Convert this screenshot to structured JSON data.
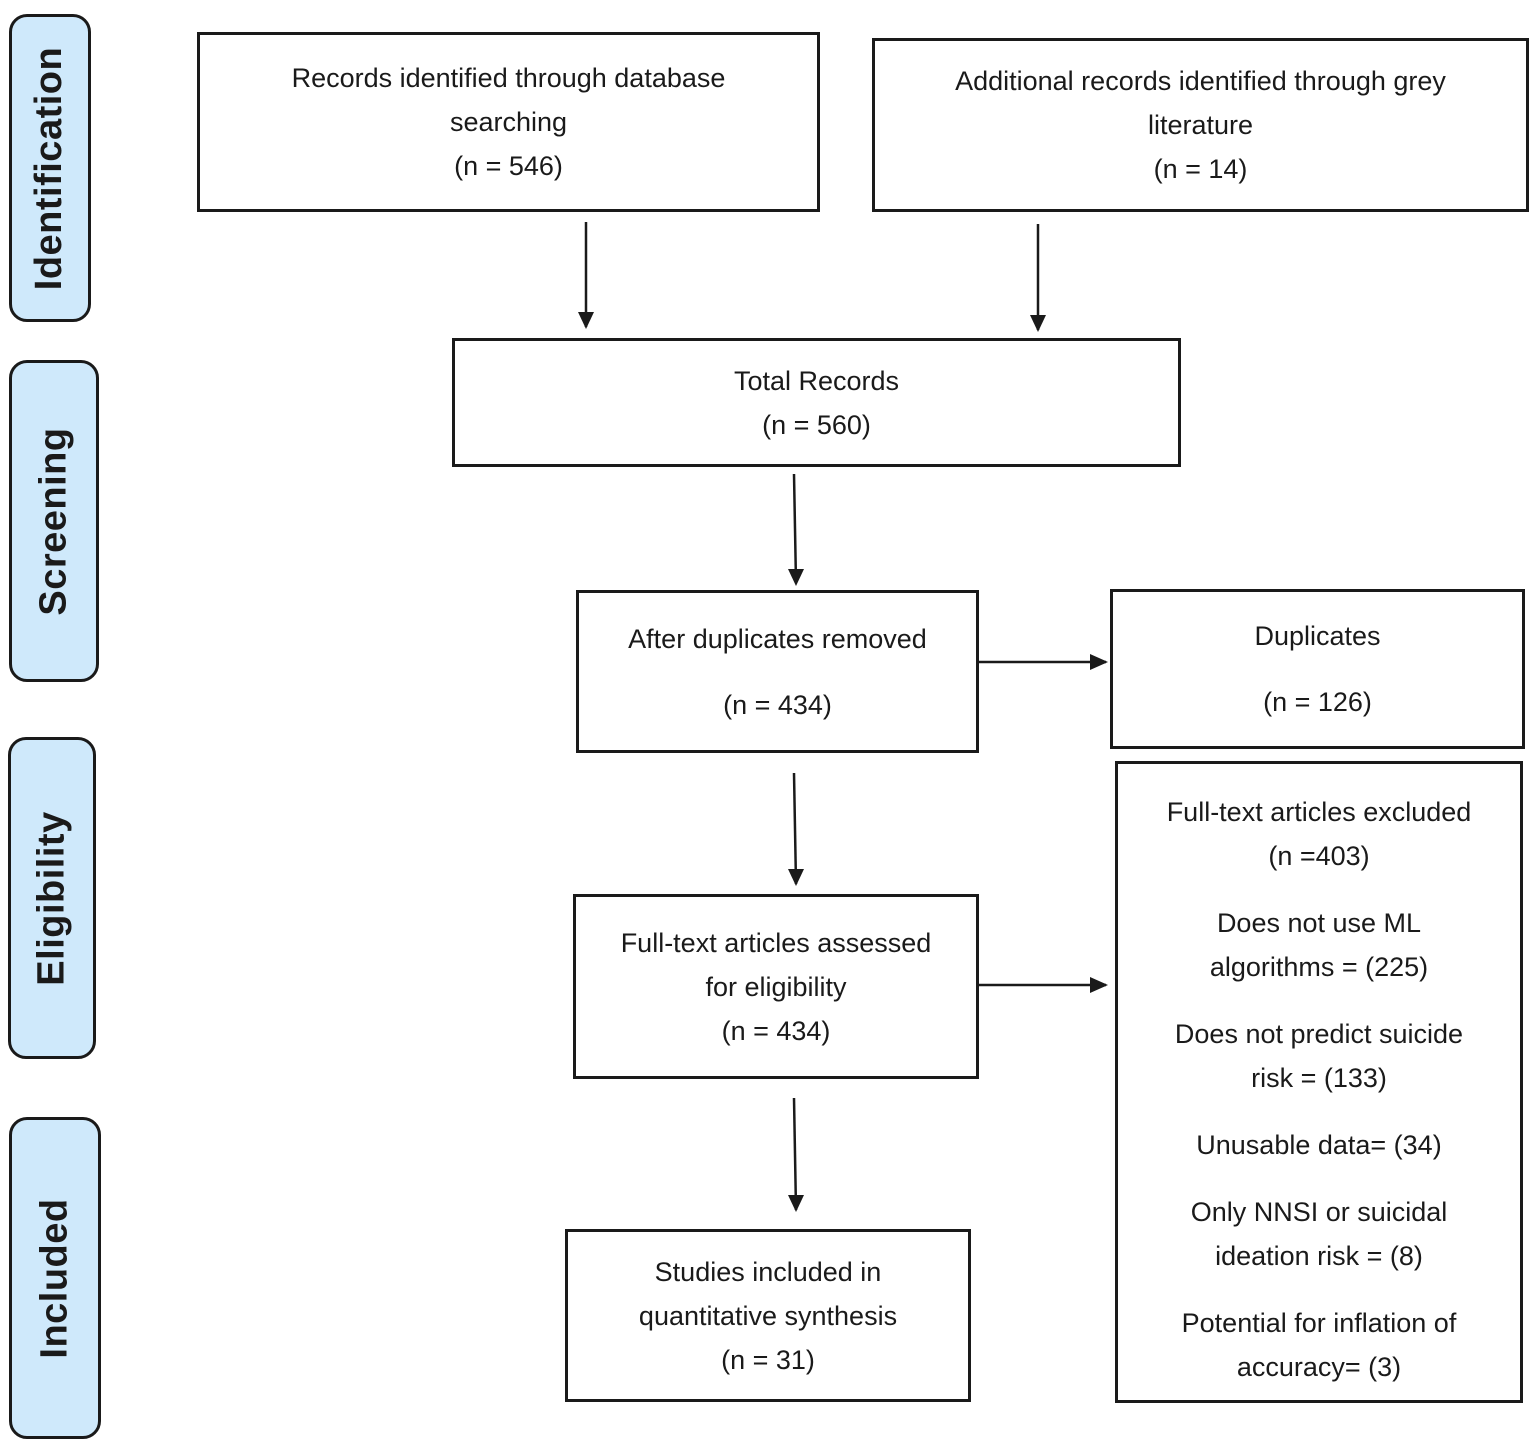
{
  "phases": {
    "identification": "Identification",
    "screening": "Screening",
    "eligibility": "Eligibility",
    "included": "Included"
  },
  "boxes": {
    "database": {
      "line1": "Records identified through database",
      "line2": "searching",
      "count": "(n = 546)"
    },
    "grey": {
      "line1": "Additional records identified through grey",
      "line2": "literature",
      "count": "(n = 14)"
    },
    "total": {
      "line1": "Total Records",
      "count": "(n = 560)"
    },
    "after_duplicates": {
      "line1": "After duplicates removed",
      "count": "(n = 434)"
    },
    "duplicates": {
      "line1": "Duplicates",
      "count": "(n = 126)"
    },
    "full_text": {
      "line1": "Full-text articles assessed",
      "line2": "for eligibility",
      "count": "(n = 434)"
    },
    "included": {
      "line1": "Studies included in",
      "line2": "quantitative synthesis",
      "count": "(n = 31)"
    },
    "excluded": {
      "title": "Full-text articles excluded",
      "count": "(n =403)",
      "reasons": [
        {
          "line1": "Does not use ML",
          "line2": "algorithms = (225)"
        },
        {
          "line1": "Does not predict suicide",
          "line2": "risk = (133)"
        },
        {
          "line1": "Unusable data= (34)"
        },
        {
          "line1": "Only NNSI or suicidal",
          "line2": "ideation risk = (8)"
        },
        {
          "line1": "Potential for inflation of",
          "line2": "accuracy= (3)"
        }
      ]
    }
  },
  "colors": {
    "phase_fill": "#cfe9fb",
    "border": "#1a1a1a"
  }
}
